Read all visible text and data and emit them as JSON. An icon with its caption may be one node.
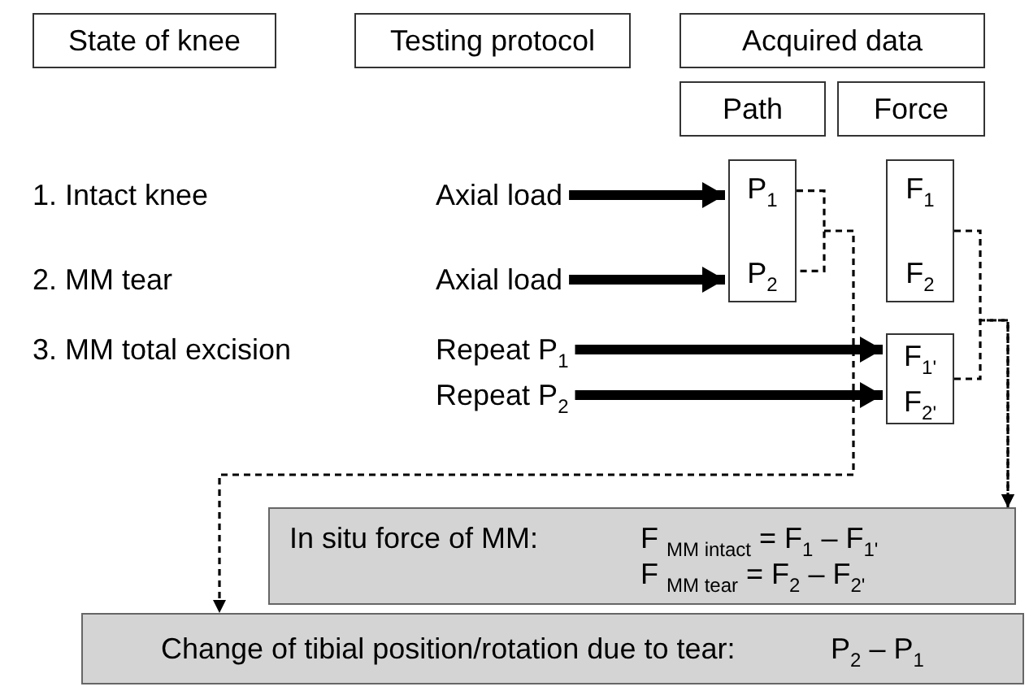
{
  "diagram": {
    "nodes": [
      {
        "text": [
          "State of knee"
        ]
      },
      {
        "text": [
          "Testing protocol"
        ]
      },
      {
        "text": [
          "Acquired data"
        ]
      },
      {
        "text": [
          "Path"
        ]
      },
      {
        "text": [
          "Force"
        ]
      },
      {
        "text": [
          "Axial load"
        ]
      },
      {
        "text": [
          "Axial load"
        ]
      },
      {
        "text": [
          "Repeat P$_{1}$"
        ]
      },
      {
        "text": [
          "Repeat P$_{2}$"
        ]
      },
      {
        "text": [
          "P$_{1}$",
          "P$_{2}$"
        ]
      },
      {
        "text": [
          "F$_{1}$",
          "F$_{2}$"
        ]
      },
      {
        "text": [
          "F$_{1'}$",
          "F$_{2'}$"
        ]
      },
      {
        "text": [
          "In situ force of MM:",
          "F $_{MM intact}$ = F$_{1}$ – F$_{1'}$",
          "F $_{MM tear}$ = F$_{2}$ – F$_{2'}$"
        ]
      },
      {
        "text": [
          "Change of tibial position/rotation due to tear:",
          "P$_{2}$ – P$_{1}$"
        ]
      }
    ],
    "edges": [
      {
        "from": 5,
        "to": 9,
        "arrow": "to"
      },
      {
        "from": 6,
        "to": 9,
        "arrow": "to"
      },
      {
        "from": 7,
        "to": 11,
        "arrow": "to"
      },
      {
        "from": 8,
        "to": 11,
        "arrow": "to"
      },
      {
        "from": 9,
        "to": 13,
        "arrow": "to",
        "style": "dashed"
      },
      {
        "from": 10,
        "to": 12,
        "arrow": "to",
        "style": "dashed"
      },
      {
        "from": 11,
        "to": 12,
        "arrow": "to",
        "style": "dashed"
      }
    ],
    "labels": [
      "1. Intact knee",
      "2. MM tear",
      "3. MM total excision"
    ]
  }
}
